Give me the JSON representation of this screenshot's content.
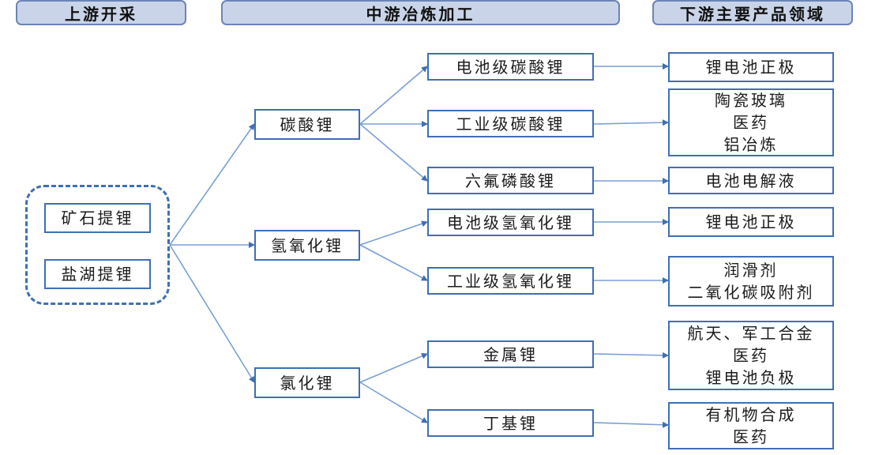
{
  "headers": {
    "upstream": "上游开采",
    "midstream": "中游冶炼加工",
    "downstream": "下游主要产品领域"
  },
  "sources": {
    "ore": "矿石提锂",
    "brine": "盐湖提锂"
  },
  "compounds": {
    "carbonate": "碳酸锂",
    "hydroxide": "氢氧化锂",
    "chloride": "氯化锂"
  },
  "products": {
    "battery_carbonate": "电池级碳酸锂",
    "industrial_carbonate": "工业级碳酸锂",
    "lipf6": "六氟磷酸锂",
    "battery_hydroxide": "电池级氢氧化锂",
    "industrial_hydroxide": "工业级氢氧化锂",
    "metal": "金属锂",
    "butyl": "丁基锂"
  },
  "applications": {
    "battery_cathode_1": [
      "锂电池正极"
    ],
    "ceramics_group": [
      "陶瓷玻璃",
      "医药",
      "铝冶炼"
    ],
    "electrolyte": [
      "电池电解液"
    ],
    "battery_cathode_2": [
      "锂电池正极"
    ],
    "lubricant_group": [
      "润滑剂",
      "二氧化碳吸附剂"
    ],
    "aerospace_group": [
      "航天、军工合金",
      "医药",
      "锂电池负极"
    ],
    "organic_group": [
      "有机物合成",
      "医药"
    ]
  },
  "colors": {
    "header_fill": "#c9d4e8",
    "node_border": "#3f6fb3",
    "edge": "#7a9fd6"
  }
}
